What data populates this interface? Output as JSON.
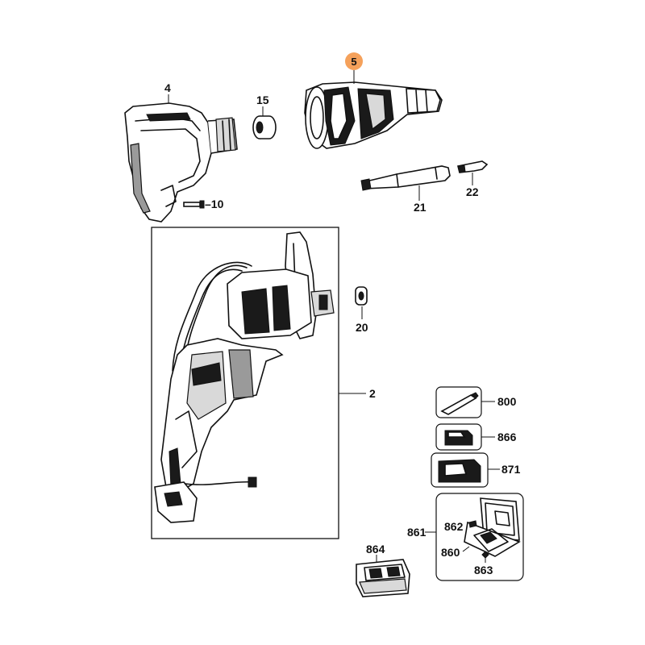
{
  "highlight": {
    "part_number": "5",
    "color": "#f5a15b"
  },
  "callouts": {
    "p4": "4",
    "p15": "15",
    "p10": "–10",
    "p21": "21",
    "p22": "22",
    "p20": "20",
    "p2": "2",
    "p800": "800",
    "p866": "866",
    "p871": "871",
    "p861": "861",
    "p862": "862",
    "p860": "860",
    "p863": "863",
    "p864": "864"
  }
}
